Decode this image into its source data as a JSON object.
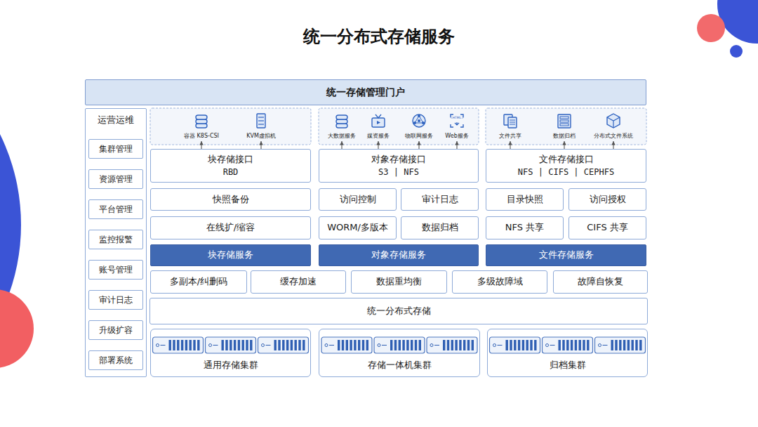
{
  "diagram": {
    "title": "统一分布式存储服务",
    "nodes": [
      {
        "text": [
          "统一存储管理门户"
        ]
      },
      {
        "text": [
          "运营运维"
        ]
      },
      {
        "text": [
          "集群管理"
        ],
        "in": 1
      },
      {
        "text": [
          "资源管理"
        ],
        "in": 1
      },
      {
        "text": [
          "平台管理"
        ],
        "in": 1
      },
      {
        "text": [
          "监控报警"
        ],
        "in": 1
      },
      {
        "text": [
          "账号管理"
        ],
        "in": 1
      },
      {
        "text": [
          "审计日志"
        ],
        "in": 1
      },
      {
        "text": [
          "升级扩容"
        ],
        "in": 1
      },
      {
        "text": [
          "部署系统"
        ],
        "in": 1
      },
      {
        "text": [
          "容器 K8S-CSI"
        ]
      },
      {
        "text": [
          "KVM虚拟机"
        ]
      },
      {
        "text": [
          "大数据服务"
        ]
      },
      {
        "text": [
          "媒资服务"
        ]
      },
      {
        "text": [
          "物联网服务"
        ]
      },
      {
        "text": [
          "Web服务"
        ]
      },
      {
        "text": [
          "文件共享"
        ]
      },
      {
        "text": [
          "数据归档"
        ]
      },
      {
        "text": [
          "分布式文件系统"
        ]
      },
      {
        "text": [
          "块存储接口",
          "RBD"
        ]
      },
      {
        "text": [
          "对象存储接口",
          "S3 | NFS"
        ]
      },
      {
        "text": [
          "文件存储接口",
          "NFS | CIFS | CEPHFS"
        ]
      },
      {
        "text": [
          "快照备份"
        ]
      },
      {
        "text": [
          "访问控制"
        ]
      },
      {
        "text": [
          "审计日志"
        ]
      },
      {
        "text": [
          "目录快照"
        ]
      },
      {
        "text": [
          "访问授权"
        ]
      },
      {
        "text": [
          "在线扩/缩容"
        ]
      },
      {
        "text": [
          "WORM/多版本"
        ]
      },
      {
        "text": [
          "数据归档"
        ]
      },
      {
        "text": [
          "NFS 共享"
        ]
      },
      {
        "text": [
          "CIFS 共享"
        ]
      },
      {
        "text": [
          "块存储服务"
        ]
      },
      {
        "text": [
          "对象存储服务"
        ]
      },
      {
        "text": [
          "文件存储服务"
        ]
      },
      {
        "text": [
          "多副本/纠删码"
        ]
      },
      {
        "text": [
          "缓存加速"
        ]
      },
      {
        "text": [
          "数据重均衡"
        ]
      },
      {
        "text": [
          "多级故障域"
        ]
      },
      {
        "text": [
          "故障自恢复"
        ]
      },
      {
        "text": [
          "统一分布式存储"
        ]
      },
      {
        "text": [
          "通用存储集群"
        ]
      },
      {
        "text": [
          "存储一体机集群"
        ]
      },
      {
        "text": [
          "归档集群"
        ]
      }
    ],
    "edges": [
      {
        "from": 19,
        "to": 10,
        "arrow": "to"
      },
      {
        "from": 19,
        "to": 11,
        "arrow": "to"
      },
      {
        "from": 20,
        "to": 12,
        "arrow": "to"
      },
      {
        "from": 20,
        "to": 13,
        "arrow": "to"
      },
      {
        "from": 20,
        "to": 14,
        "arrow": "to"
      },
      {
        "from": 20,
        "to": 15,
        "arrow": "to"
      },
      {
        "from": 21,
        "to": 16,
        "arrow": "to"
      },
      {
        "from": 21,
        "to": 17,
        "arrow": "to"
      },
      {
        "from": 21,
        "to": 18,
        "arrow": "to"
      }
    ],
    "labels": [
      "<HTML>"
    ]
  }
}
